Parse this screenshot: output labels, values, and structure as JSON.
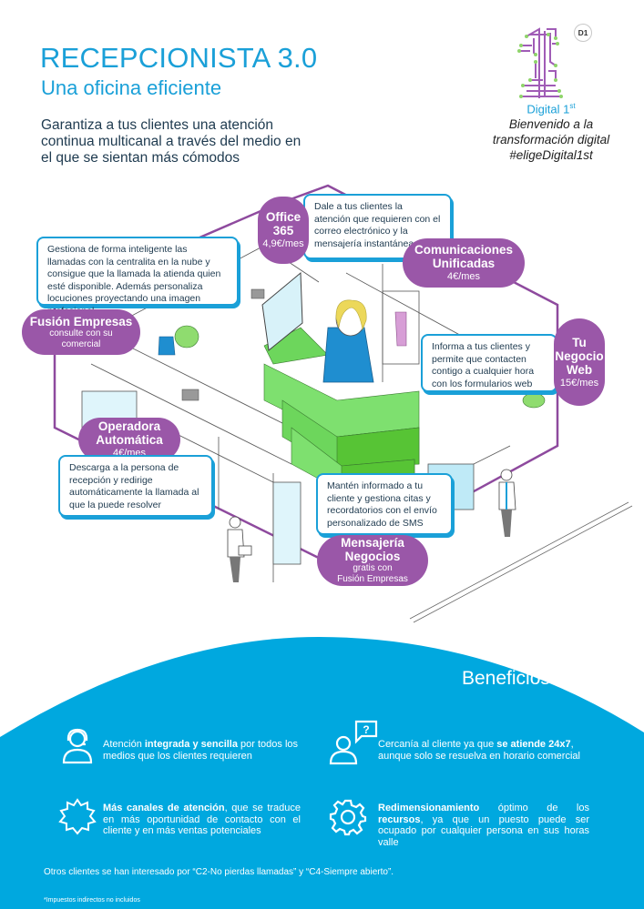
{
  "header": {
    "title": "RECEPCIONISTA 3.0",
    "subtitle": "Una oficina eficiente",
    "lead": "Garantiza a tus clientes una atención continua multicanal a través del medio en el que se sientan más cómodos"
  },
  "branding": {
    "badge": "D1",
    "logo_icon": "circuit-number-one-icon",
    "digital_label": "Digital 1",
    "digital_sup": "st",
    "welcome_lines": [
      "Bienvenido a la",
      "transformación digital",
      "#eligeDigital1st"
    ]
  },
  "colors": {
    "accent_blue": "#1aa0d8",
    "purple": "#9a57a8",
    "benefits_bg": "#00a8df",
    "desk_green": "#6fd36a",
    "text_dark": "#1e3a4f"
  },
  "products": [
    {
      "id": "fusion",
      "name": "Fusión Empresas",
      "price": "",
      "sub": "consulte con su comercial",
      "description": "Gestiona de forma inteligente las llamadas con la centralita en la nube y consigue que la llamada la atienda quien esté disponible. Además personaliza locuciones proyectando una imagen profesional"
    },
    {
      "id": "office365",
      "name": "Office 365",
      "price": "4,9€/mes",
      "sub": "",
      "description": "Dale a tus clientes la atención que requieren con el correo electrónico y la mensajería instantánea"
    },
    {
      "id": "comunicaciones",
      "name": "Comunicaciones Unificadas",
      "price": "4€/mes",
      "sub": "",
      "description": ""
    },
    {
      "id": "negocioweb",
      "name": "Tu Negocio Web",
      "price": "15€/mes",
      "sub": "",
      "description": "Informa a tus clientes y permite que contacten contigo a cualquier hora con los formularios web"
    },
    {
      "id": "operadora",
      "name": "Operadora Automática",
      "price": "4€/mes",
      "sub": "",
      "description": "Descarga a la persona de recepción y redirige automáticamente la llamada al que la puede resolver"
    },
    {
      "id": "mensajeria",
      "name": "Mensajería Negocios",
      "price": "",
      "sub": "gratis con Fusión Empresas",
      "description": "Mantén informado a tu cliente y gestiona citas y recordatorios con el envío personalizado de SMS"
    }
  ],
  "pill_lines": {
    "office_1": "Office",
    "office_2": "365",
    "com_1": "Comunicaciones",
    "com_2": "Unificadas",
    "web_1": "Tu",
    "web_2": "Negocio",
    "web_3": "Web",
    "op_1": "Operadora",
    "op_2": "Automática",
    "men_1": "Mensajería",
    "men_2": "Negocios",
    "men_sub_1": "gratis con",
    "men_sub_2": "Fusión Empresas",
    "fus_sub_1": "consulte con su",
    "fus_sub_2": "comercial"
  },
  "benefits": {
    "title": "Beneficios",
    "items": [
      {
        "icon": "headset-agent-icon",
        "pre": "Atención ",
        "bold": "integrada y sencilla",
        "post": " por todos los medios que los clientes requieren"
      },
      {
        "icon": "person-question-icon",
        "pre": "Cercanía al cliente ya que ",
        "bold": "se atiende 24x7",
        "post": ", aunque solo se resuelva en horario comercial"
      },
      {
        "icon": "starburst-icon",
        "pre": "",
        "bold": "Más canales de atención",
        "post": ", que se traduce en más oportunidad de contacto con el cliente y en más ventas potenciales"
      },
      {
        "icon": "gear-icon",
        "pre": "",
        "bold": "Redimensionamiento",
        "mid": " óptimo de los ",
        "bold2": "recursos",
        "post": ", ya que un puesto puede ser ocupado por cualquier persona en sus horas valle"
      }
    ]
  },
  "footer": {
    "note": "Otros clientes se han interesado por “C2-No pierdas llamadas” y “C4-Siempre abierto”.",
    "footnote": "*Impuestos indirectos no incluidos"
  }
}
